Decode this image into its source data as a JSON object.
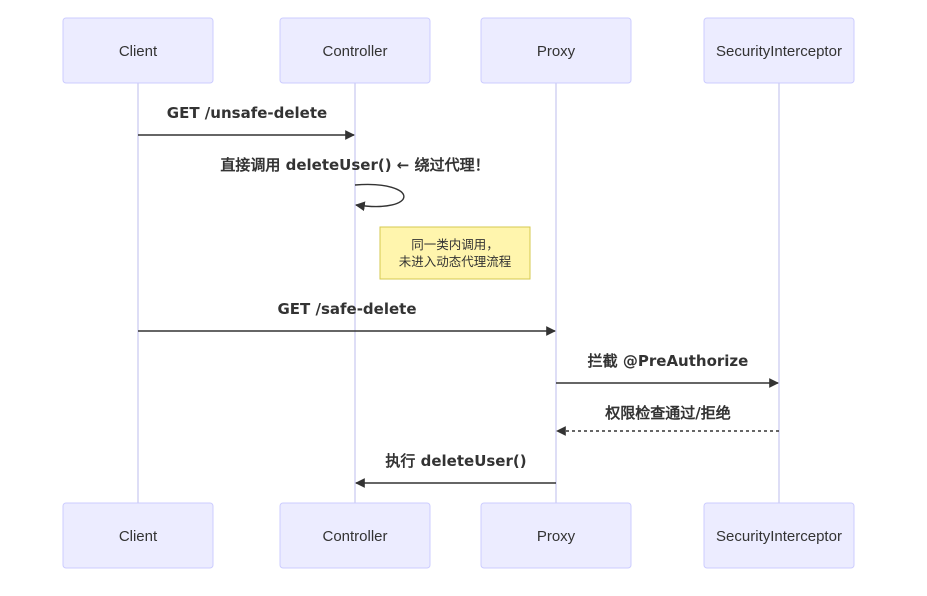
{
  "actors": [
    "Client",
    "Controller",
    "Proxy",
    "SecurityInterceptor"
  ],
  "messages": [
    {
      "id": "get-unsafe",
      "label": "GET /unsafe-delete",
      "from": "Client",
      "to": "Controller",
      "style": "solid"
    },
    {
      "id": "self-call",
      "label": "直接调用 deleteUser() ← 绕过代理！",
      "from": "Controller",
      "to": "Controller",
      "style": "solid"
    },
    {
      "id": "get-safe",
      "label": "GET /safe-delete",
      "from": "Client",
      "to": "Proxy",
      "style": "solid"
    },
    {
      "id": "intercept",
      "label": "拦截 @PreAuthorize",
      "from": "Proxy",
      "to": "SecurityInterceptor",
      "style": "solid"
    },
    {
      "id": "auth-result",
      "label": "权限检查通过/拒绝",
      "from": "SecurityInterceptor",
      "to": "Proxy",
      "style": "dotted"
    },
    {
      "id": "execute",
      "label": "执行 deleteUser()",
      "from": "Proxy",
      "to": "Controller",
      "style": "solid"
    }
  ],
  "note": {
    "lines": [
      "同一类内调用，",
      "未进入动态代理流程"
    ]
  },
  "colors": {
    "actor_fill": "#ececff",
    "actor_border": "#ccccff",
    "lifeline": "#c8c8f0",
    "note_fill": "#fff5ad",
    "note_border": "#d6c94f",
    "text": "#333333"
  }
}
